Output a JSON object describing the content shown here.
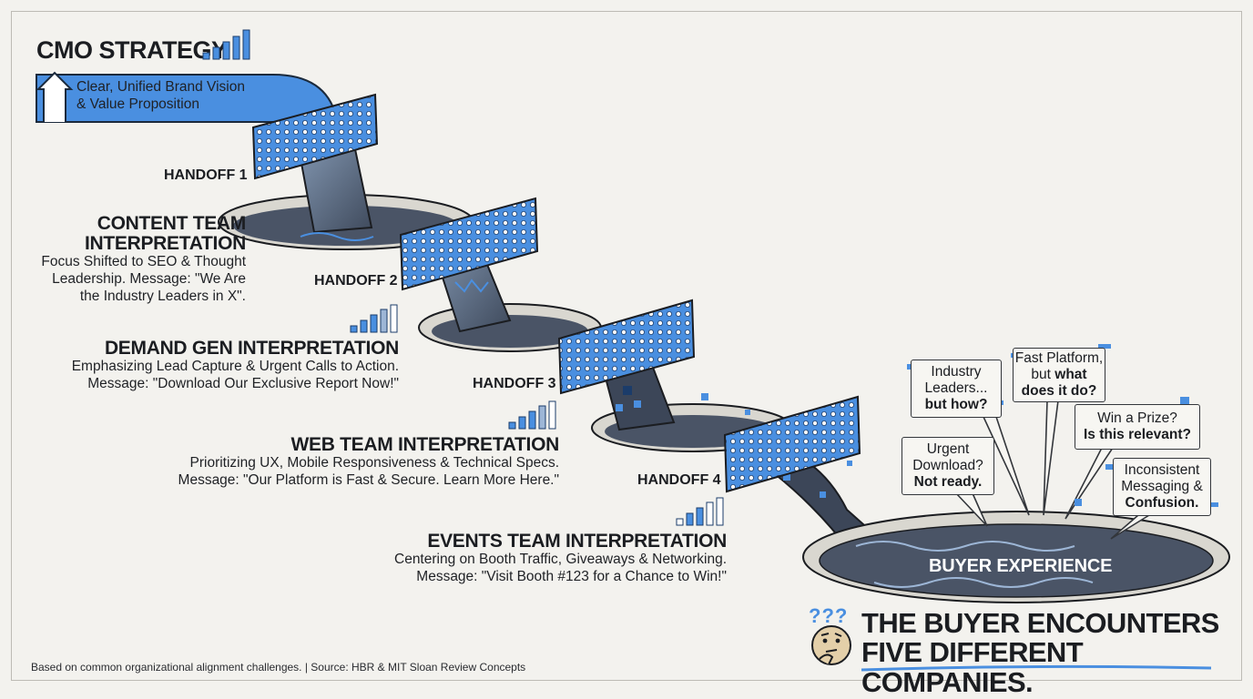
{
  "title": "CMO STRATEGY",
  "cmo_vision": {
    "line1": "Clear, Unified Brand Vision",
    "line2": "& Value Proposition"
  },
  "handoffs": [
    "HANDOFF 1",
    "HANDOFF 2",
    "HANDOFF 3",
    "HANDOFF 4"
  ],
  "teams": [
    {
      "heading_lines": [
        "CONTENT TEAM",
        "INTERPRETATION"
      ],
      "desc_lines": [
        "Focus Shifted to SEO & Thought",
        "Leadership. Message: \"We Are",
        "the Industry Leaders in X\"."
      ]
    },
    {
      "heading_lines": [
        "DEMAND GEN INTERPRETATION"
      ],
      "desc_lines": [
        "Emphasizing Lead Capture & Urgent Calls to Action.",
        "Message: \"Download Our Exclusive Report Now!\""
      ]
    },
    {
      "heading_lines": [
        "WEB TEAM INTERPRETATION"
      ],
      "desc_lines": [
        "Prioritizing UX, Mobile Responsiveness & Technical Specs.",
        "Message: \"Our Platform is Fast & Secure. Learn More Here.\""
      ]
    },
    {
      "heading_lines": [
        "EVENTS TEAM INTERPRETATION"
      ],
      "desc_lines": [
        "Centering on Booth Traffic, Giveaways & Networking.",
        "Message: \"Visit Booth #123 for a Chance to Win!\""
      ]
    }
  ],
  "bubbles": [
    {
      "normal": [
        "Industry",
        "Leaders..."
      ],
      "bold": [
        "but how?"
      ]
    },
    {
      "normal": [
        "Fast Platform,",
        "but"
      ],
      "bold_inline": "what",
      "bold": [
        "does it do?"
      ]
    },
    {
      "normal": [
        "Win a Prize?"
      ],
      "bold": [
        "Is this relevant?"
      ]
    },
    {
      "normal": [
        "Urgent",
        "Download?"
      ],
      "bold": [
        "Not ready."
      ]
    },
    {
      "normal": [
        "Inconsistent",
        "Messaging &"
      ],
      "bold": [
        "Confusion."
      ]
    }
  ],
  "buyer_experience_label": "BUYER EXPERIENCE",
  "question_marks": "???",
  "tagline": {
    "line1": "THE BUYER ENCOUNTERS",
    "line2": "FIVE DIFFERENT COMPANIES."
  },
  "footnote": "Based on common organizational alignment challenges. | Source: HBR & MIT Sloan Review Concepts",
  "colors": {
    "accent_blue": "#4a8fe0",
    "dark_water": "#4a5466",
    "ink": "#1b1d21",
    "paper": "#f3f2ee"
  },
  "icons": [
    "bar-chart-icon",
    "up-arrow-icon",
    "thinking-face-icon",
    "question-mark-icon"
  ]
}
